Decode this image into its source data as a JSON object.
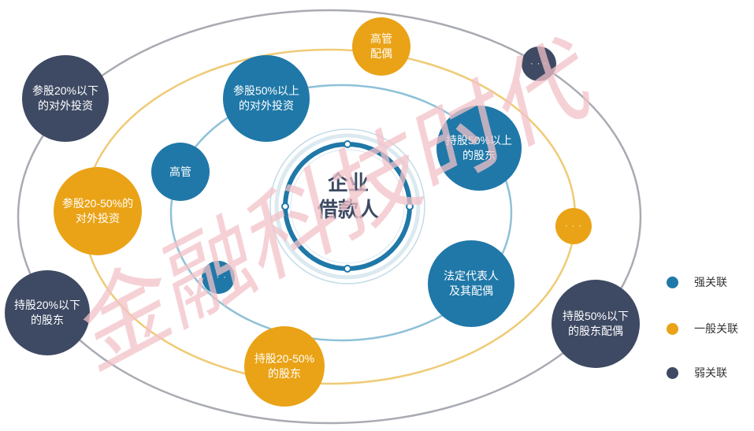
{
  "colors": {
    "strong": "#1f78a8",
    "normal": "#eaa316",
    "weak": "#3e4a63",
    "watermark": "#f2c2c8"
  },
  "center": {
    "label": "企业\n借款人"
  },
  "nodes": {
    "senior_mgmt_spouse": {
      "label": "高管\n配偶",
      "relation": "normal"
    },
    "dots_top_right": {
      "label": "· · ·",
      "relation": "weak"
    },
    "invest_50_above": {
      "label": "参股50%以上\n的对外投资",
      "relation": "strong"
    },
    "invest_20_below": {
      "label": "参股20%以下\n的对外投资",
      "relation": "weak"
    },
    "senior_mgmt": {
      "label": "高管",
      "relation": "strong"
    },
    "hold_50_above": {
      "label": "持股50%以上\n的股东",
      "relation": "strong"
    },
    "invest_20_50": {
      "label": "参股20-50%的\n对外投资",
      "relation": "normal"
    },
    "dots_right": {
      "label": "· · ·",
      "relation": "normal"
    },
    "dots_inner_left": {
      "label": "· · ·",
      "relation": "strong"
    },
    "legal_rep_spouse": {
      "label": "法定代表人\n及其配偶",
      "relation": "strong"
    },
    "hold_20_below": {
      "label": "持股20%以下\n的股东",
      "relation": "weak"
    },
    "hold_50_below_spouse": {
      "label": "持股50%以下\n的股东配偶",
      "relation": "weak"
    },
    "hold_20_50": {
      "label": "持股20-50%\n的股东",
      "relation": "normal"
    }
  },
  "legend": {
    "strong": "强关联",
    "normal": "一般关联",
    "weak": "弱关联"
  },
  "watermark": {
    "text": "金融科技时代"
  }
}
